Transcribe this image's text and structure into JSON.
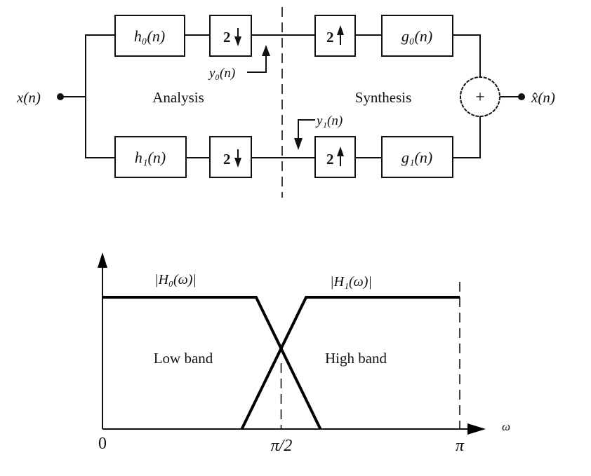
{
  "block_diagram": {
    "input_label": "x(n)",
    "output_label": "x̂(n)",
    "analysis_label": "Analysis",
    "synthesis_label": "Synthesis",
    "analysis_filters": [
      "h₀(n)",
      "h₁(n)"
    ],
    "synthesis_filters": [
      "g₀(n)",
      "g₁(n)"
    ],
    "downsampler_label": "2",
    "upsampler_label": "2",
    "subband_signals": [
      "y₀(n)",
      "y₁(n)"
    ],
    "adder_symbol": "+"
  },
  "chart_data": {
    "type": "line",
    "title": "",
    "xlabel": "ω",
    "ylabel": "",
    "x_ticks": [
      "0",
      "π/2",
      "π"
    ],
    "x_range_units_of_pi": [
      0,
      1
    ],
    "y_range": [
      0,
      1
    ],
    "grid": false,
    "series": [
      {
        "name": "|H₀(ω)|",
        "x_over_pi": [
          0,
          0.43,
          0.61
        ],
        "y": [
          1,
          1,
          0
        ]
      },
      {
        "name": "|H₁(ω)|",
        "x_over_pi": [
          0.39,
          0.57,
          1.0
        ],
        "y": [
          0,
          1,
          1
        ]
      }
    ],
    "annotations": [
      "Low band",
      "High band"
    ],
    "reference_lines_x_over_pi": [
      0.5,
      1.0
    ]
  }
}
